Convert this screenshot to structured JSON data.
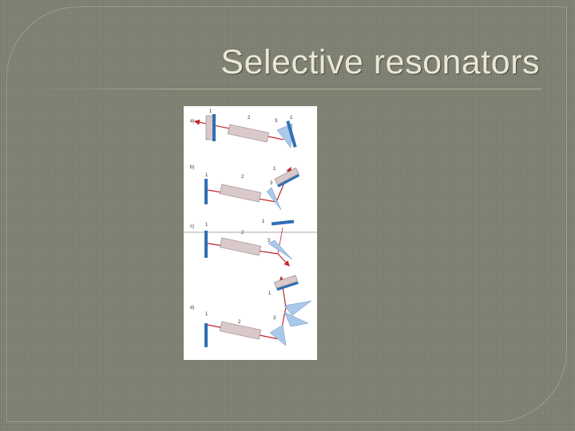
{
  "slide": {
    "title": "Selective resonators"
  },
  "figure": {
    "panels": [
      {
        "label": "a)",
        "parts": [
          "1",
          "2",
          "3",
          "1"
        ]
      },
      {
        "label": "b)",
        "parts": [
          "1",
          "2",
          "1",
          "3"
        ]
      },
      {
        "label": "c)",
        "parts": [
          "1",
          "2",
          "1",
          "3"
        ]
      },
      {
        "label": "d)",
        "parts": [
          "1",
          "2",
          "1",
          "3"
        ]
      }
    ]
  },
  "colors": {
    "background": "#7f8172",
    "title": "#e9e7d5",
    "mirror_blue": "#2f6fb5",
    "prism_blue": "#a9c8ea",
    "gain_rod": "#d9c9ca",
    "beam_red": "#c3262b"
  }
}
